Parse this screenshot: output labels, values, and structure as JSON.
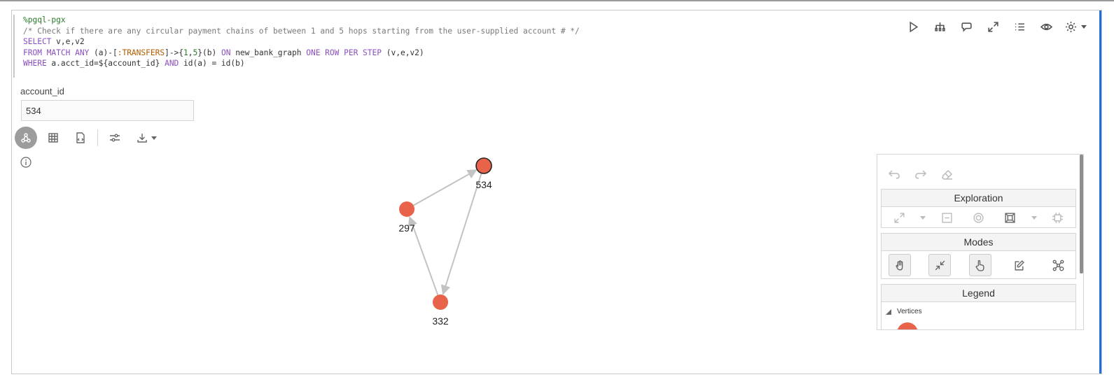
{
  "paragraph": {
    "code_lines": [
      [
        {
          "t": "%pgql-pgx",
          "c": "lb"
        }
      ],
      [
        {
          "t": "/* Check if there are any circular payment chains of between 1 and 5 hops starting from the user-supplied account # */",
          "c": "cm"
        }
      ],
      [
        {
          "t": "SELECT",
          "c": "kw"
        },
        {
          "t": " v,e,v2",
          "c": ""
        }
      ],
      [
        {
          "t": "FROM MATCH ANY",
          "c": "kw"
        },
        {
          "t": " (a)-[",
          "c": ""
        },
        {
          "t": ":TRANSFERS",
          "c": "nu"
        },
        {
          "t": "]->{",
          "c": ""
        },
        {
          "t": "1",
          "c": "lb"
        },
        {
          "t": ",",
          "c": ""
        },
        {
          "t": "5",
          "c": "lb"
        },
        {
          "t": "}(b) ",
          "c": ""
        },
        {
          "t": "ON",
          "c": "kw"
        },
        {
          "t": " new_bank_graph ",
          "c": ""
        },
        {
          "t": "ONE ROW PER STEP",
          "c": "kw"
        },
        {
          "t": " (v,e,v2)",
          "c": ""
        }
      ],
      [
        {
          "t": "WHERE",
          "c": "kw"
        },
        {
          "t": " a.acct_id=${account_id} ",
          "c": ""
        },
        {
          "t": "AND",
          "c": "kw"
        },
        {
          "t": " id(a) = id(b)",
          "c": ""
        }
      ]
    ],
    "toolbar": [
      "run-icon",
      "hierarchy-icon",
      "comments-icon",
      "expand-icon",
      "list-icon",
      "eye-icon",
      "gear-icon"
    ]
  },
  "param": {
    "label": "account_id",
    "value": "534"
  },
  "view_toolbar": [
    "graph-view-icon",
    "table-view-icon",
    "code-view-icon",
    "settings-sliders-icon",
    "download-icon"
  ],
  "graph": {
    "node_color": "#e8634a",
    "nodes": [
      {
        "id": "534",
        "label": "534",
        "selected": true
      },
      {
        "id": "297",
        "label": "297",
        "selected": false
      },
      {
        "id": "332",
        "label": "332",
        "selected": false
      }
    ],
    "edges": [
      {
        "from": "297",
        "to": "534"
      },
      {
        "from": "534",
        "to": "332"
      },
      {
        "from": "332",
        "to": "297"
      }
    ]
  },
  "panel": {
    "exploration_title": "Exploration",
    "modes_title": "Modes",
    "legend_title": "Legend",
    "legend_vertices_label": "Vertices"
  }
}
